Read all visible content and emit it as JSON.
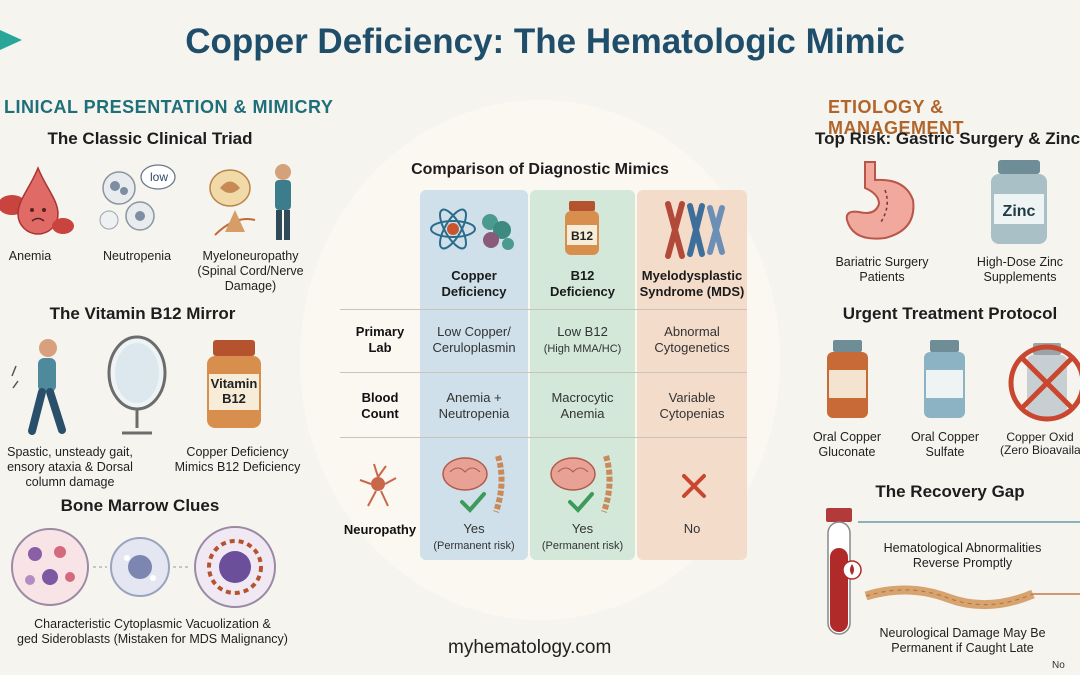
{
  "title": "Copper Deficiency: The Hematologic Mimic",
  "left": {
    "header": "LINICAL PRESENTATION & MIMICRY",
    "triad_title": "The Classic Clinical Triad",
    "triad": [
      "Anemia",
      "Neutropenia",
      "Myeloneuropathy\n(Spinal Cord/Nerve\nDamage)"
    ],
    "low_bubble": "low",
    "b12_title": "The Vitamin B12 Mirror",
    "gait_caption": "Spastic, unsteady gait,\nensory ataxia & Dorsal\ncolumn damage",
    "mirror_caption": "Copper Deficiency\nMimics B12 Deficiency",
    "bottle_label": "Vitamin\nB12",
    "marrow_title": "Bone Marrow Clues",
    "marrow_caption": "Characteristic Cytoplasmic Vacuolization &\nged Sideroblasts (Mistaken for MDS Malignancy)"
  },
  "center": {
    "title": "Comparison of Diagnostic Mimics",
    "columns": [
      "Copper\nDeficiency",
      "B12\nDeficiency",
      "Myelodysplastic\nSyndrome (MDS)"
    ],
    "b12_label": "B12",
    "rows": [
      {
        "label": "Primary\nLab",
        "cells": [
          "Low Copper/\nCeruloplasmin",
          "Low B12",
          "Abnormal\nCytogenetics"
        ],
        "note_b12": "(High MMA/HC)"
      },
      {
        "label": "Blood\nCount",
        "cells": [
          "Anemia +\nNeutropenia",
          "Macrocytic\nAnemia",
          "Variable\nCytopenias"
        ]
      },
      {
        "label": "Neuropathy",
        "cells": [
          "Yes",
          "Yes",
          "No"
        ],
        "notes": [
          "(Permanent risk)",
          "(Permanent risk)",
          ""
        ]
      }
    ]
  },
  "right": {
    "header": "ETIOLOGY & MANAGEMENT",
    "risk_title": "Top Risk: Gastric Surgery & Zinc",
    "zinc_label": "Zinc",
    "risk_items": [
      "Bariatric Surgery\nPatients",
      "High-Dose Zinc\nSupplements"
    ],
    "treat_title": "Urgent Treatment Protocol",
    "treat_items": [
      "Oral Copper\nGluconate",
      "Oral Copper\nSulfate",
      "Copper Oxid\n(Zero Bioavailabi"
    ],
    "gap_title": "The Recovery Gap",
    "gap_top": "Hematological Abnormalities\nReverse Promptly",
    "gap_bottom": "Neurological Damage May Be\nPermanent if Caught Late",
    "corner_text": "No"
  },
  "website": "myhematology.com",
  "colors": {
    "title": "#1f4e6b",
    "left_header": "#1f6f7a",
    "right_header": "#b0652a",
    "copper_col": "#cfe0ea",
    "b12_col": "#d3e8d9",
    "mds_col": "#f4dccb"
  }
}
